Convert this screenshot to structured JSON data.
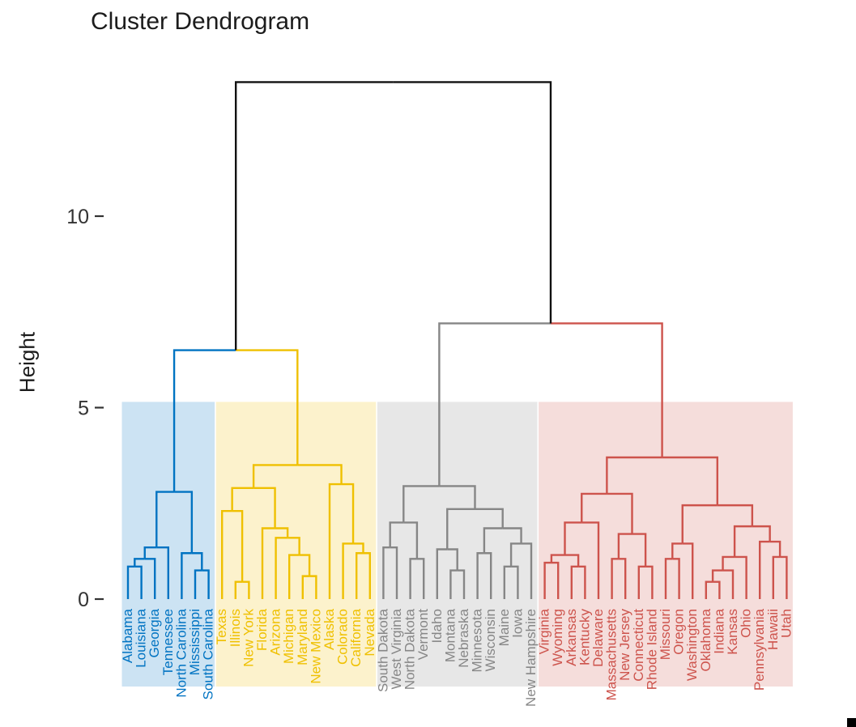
{
  "chart_data": {
    "type": "dendrogram",
    "title": "Cluster Dendrogram",
    "ylabel": "Height",
    "yticks": [
      0,
      5,
      10
    ],
    "ylim": [
      0,
      13.5
    ],
    "upper_link_color": "#111111",
    "axis_text_color": "#333333",
    "clusters": [
      {
        "id": "cluster-1",
        "color": "#0073C2",
        "fill_opacity": 0.2,
        "members": [
          "Alabama",
          "Louisiana",
          "Georgia",
          "Tennessee",
          "North Carolina",
          "Mississippi",
          "South Carolina"
        ]
      },
      {
        "id": "cluster-2",
        "color": "#EFC000",
        "fill_opacity": 0.2,
        "members": [
          "Texas",
          "Illinois",
          "New York",
          "Florida",
          "Arizona",
          "Michigan",
          "Maryland",
          "New Mexico",
          "Alaska",
          "Colorado",
          "California",
          "Nevada"
        ]
      },
      {
        "id": "cluster-3",
        "color": "#868686",
        "fill_opacity": 0.2,
        "members": [
          "South Dakota",
          "West Virginia",
          "North Dakota",
          "Vermont",
          "Idaho",
          "Montana",
          "Nebraska",
          "Minnesota",
          "Wisconsin",
          "Maine",
          "Iowa",
          "New Hampshire"
        ]
      },
      {
        "id": "cluster-4",
        "color": "#CD534C",
        "fill_opacity": 0.2,
        "members": [
          "Virginia",
          "Wyoming",
          "Arkansas",
          "Kentucky",
          "Delaware",
          "Massachusetts",
          "New Jersey",
          "Connecticut",
          "Rhode Island",
          "Missouri",
          "Oregon",
          "Washington",
          "Oklahoma",
          "Indiana",
          "Kansas",
          "Ohio",
          "Pennsylvania",
          "Hawaii",
          "Utah"
        ]
      }
    ],
    "tree": {
      "h": 13.5,
      "children": [
        {
          "h": 6.5,
          "children": [
            {
              "h": 2.8,
              "cluster": 0,
              "children": [
                {
                  "h": 1.35,
                  "children": [
                    {
                      "h": 1.05,
                      "children": [
                        {
                          "h": 0.85,
                          "children": [
                            "Alabama",
                            "Louisiana"
                          ]
                        },
                        "Georgia"
                      ]
                    },
                    "Tennessee"
                  ]
                },
                {
                  "h": 1.2,
                  "children": [
                    "North Carolina",
                    {
                      "h": 0.75,
                      "children": [
                        "Mississippi",
                        "South Carolina"
                      ]
                    }
                  ]
                }
              ]
            },
            {
              "h": 3.5,
              "cluster": 1,
              "children": [
                {
                  "h": 2.9,
                  "children": [
                    {
                      "h": 2.3,
                      "children": [
                        "Texas",
                        {
                          "h": 0.45,
                          "children": [
                            "Illinois",
                            "New York"
                          ]
                        }
                      ]
                    },
                    {
                      "h": 1.85,
                      "children": [
                        "Florida",
                        {
                          "h": 1.6,
                          "children": [
                            "Arizona",
                            {
                              "h": 1.15,
                              "children": [
                                "Michigan",
                                {
                                  "h": 0.6,
                                  "children": [
                                    "Maryland",
                                    "New Mexico"
                                  ]
                                }
                              ]
                            }
                          ]
                        }
                      ]
                    }
                  ]
                },
                {
                  "h": 3.0,
                  "children": [
                    "Alaska",
                    {
                      "h": 1.45,
                      "children": [
                        "Colorado",
                        {
                          "h": 1.2,
                          "children": [
                            "California",
                            "Nevada"
                          ]
                        }
                      ]
                    }
                  ]
                }
              ]
            }
          ]
        },
        {
          "h": 7.2,
          "children": [
            {
              "h": 2.95,
              "cluster": 2,
              "children": [
                {
                  "h": 2.0,
                  "children": [
                    {
                      "h": 1.35,
                      "children": [
                        "South Dakota",
                        "West Virginia"
                      ]
                    },
                    {
                      "h": 1.05,
                      "children": [
                        "North Dakota",
                        "Vermont"
                      ]
                    }
                  ]
                },
                {
                  "h": 2.35,
                  "children": [
                    {
                      "h": 1.3,
                      "children": [
                        "Idaho",
                        {
                          "h": 0.75,
                          "children": [
                            "Montana",
                            "Nebraska"
                          ]
                        }
                      ]
                    },
                    {
                      "h": 1.85,
                      "children": [
                        {
                          "h": 1.2,
                          "children": [
                            "Minnesota",
                            "Wisconsin"
                          ]
                        },
                        {
                          "h": 1.45,
                          "children": [
                            {
                              "h": 0.85,
                              "children": [
                                "Maine",
                                "Iowa"
                              ]
                            },
                            "New Hampshire"
                          ]
                        }
                      ]
                    }
                  ]
                }
              ]
            },
            {
              "h": 3.7,
              "cluster": 3,
              "children": [
                {
                  "h": 2.75,
                  "children": [
                    {
                      "h": 2.0,
                      "children": [
                        {
                          "h": 1.15,
                          "children": [
                            {
                              "h": 0.95,
                              "children": [
                                "Virginia",
                                "Wyoming"
                              ]
                            },
                            {
                              "h": 0.85,
                              "children": [
                                "Arkansas",
                                "Kentucky"
                              ]
                            }
                          ]
                        },
                        "Delaware"
                      ]
                    },
                    {
                      "h": 1.7,
                      "children": [
                        {
                          "h": 1.05,
                          "children": [
                            "Massachusetts",
                            "New Jersey"
                          ]
                        },
                        {
                          "h": 0.85,
                          "children": [
                            "Connecticut",
                            "Rhode Island"
                          ]
                        }
                      ]
                    }
                  ]
                },
                {
                  "h": 2.45,
                  "children": [
                    {
                      "h": 1.45,
                      "children": [
                        {
                          "h": 1.05,
                          "children": [
                            "Missouri",
                            "Oregon"
                          ]
                        },
                        "Washington"
                      ]
                    },
                    {
                      "h": 1.9,
                      "children": [
                        {
                          "h": 1.1,
                          "children": [
                            {
                              "h": 0.75,
                              "children": [
                                {
                                  "h": 0.45,
                                  "children": [
                                    "Oklahoma",
                                    "Indiana"
                                  ]
                                },
                                "Kansas"
                              ]
                            },
                            "Ohio"
                          ]
                        },
                        {
                          "h": 1.5,
                          "children": [
                            "Pennsylvania",
                            {
                              "h": 1.1,
                              "children": [
                                "Hawaii",
                                "Utah"
                              ]
                            }
                          ]
                        }
                      ]
                    }
                  ]
                }
              ]
            }
          ]
        }
      ]
    }
  }
}
